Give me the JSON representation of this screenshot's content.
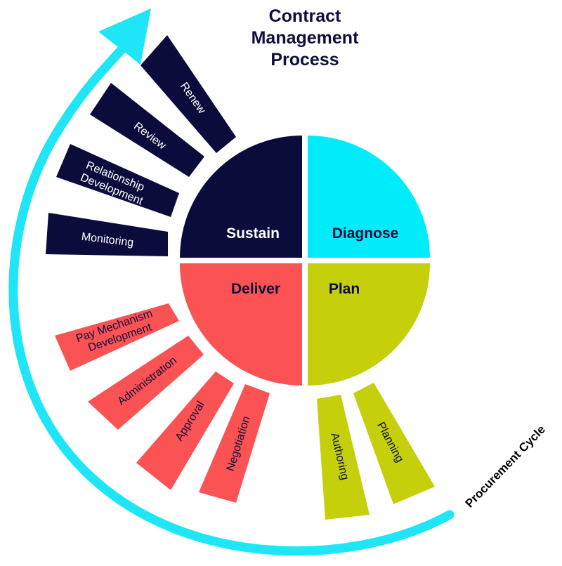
{
  "title": {
    "line1": "Contract",
    "line2": "Management",
    "line3": "Process"
  },
  "colors": {
    "navy": "#0c0c3c",
    "cyan": "#00ecfa",
    "lime": "#c5cf0a",
    "coral": "#fb5254",
    "cycle_arrow": "#1ee6f7"
  },
  "quadrants": {
    "sustain": "Sustain",
    "diagnose": "Diagnose",
    "deliver": "Deliver",
    "plan": "Plan"
  },
  "segments": {
    "renew": "Renew",
    "review": "Review",
    "relationship_line1": "Relationship",
    "relationship_line2": "Development",
    "monitoring": "Monitoring",
    "pay_line1": "Pay Mechanism",
    "pay_line2": "Development",
    "administration": "Administration",
    "approval": "Approval",
    "negotiation": "Negotiation",
    "authoring": "Authoring",
    "planning": "Planning"
  },
  "cycle": {
    "label": "Procurement Cycle"
  }
}
